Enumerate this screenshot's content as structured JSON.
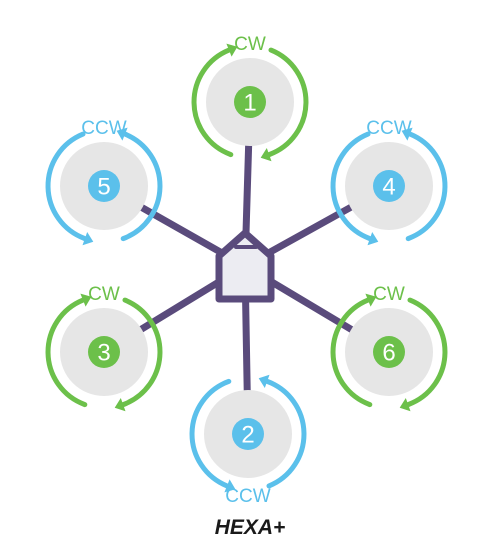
{
  "title": "HEXA+",
  "colors": {
    "cw": "#6cc04a",
    "ccw": "#5bc0eb",
    "frame": "#5a4b7c",
    "prop_disk": "#e6e6e6",
    "body_fill": "#ececf2"
  },
  "motors": [
    {
      "number": "1",
      "rotation": "CW"
    },
    {
      "number": "5",
      "rotation": "CCW"
    },
    {
      "number": "4",
      "rotation": "CCW"
    },
    {
      "number": "3",
      "rotation": "CW"
    },
    {
      "number": "6",
      "rotation": "CW"
    },
    {
      "number": "2",
      "rotation": "CCW"
    }
  ]
}
